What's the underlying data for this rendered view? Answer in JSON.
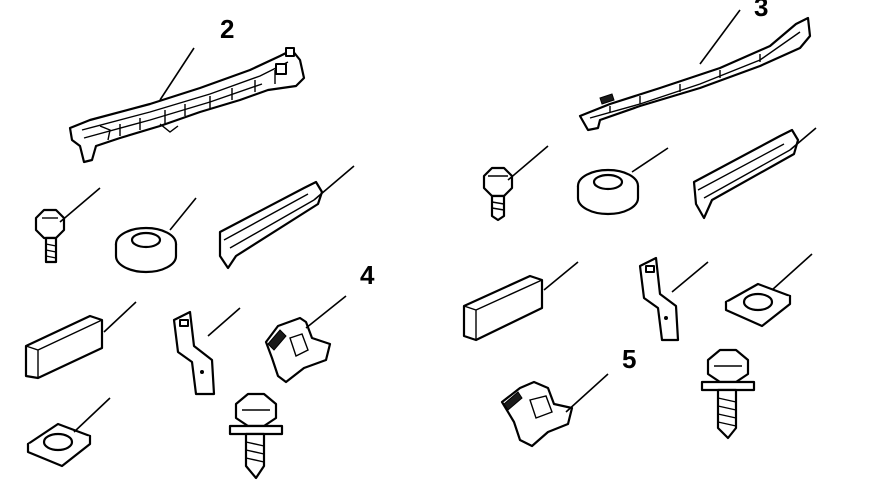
{
  "diagram": {
    "callouts": [
      "2",
      "3",
      "4",
      "5"
    ],
    "colors": {
      "line": "#000000",
      "background": "#ffffff"
    }
  }
}
